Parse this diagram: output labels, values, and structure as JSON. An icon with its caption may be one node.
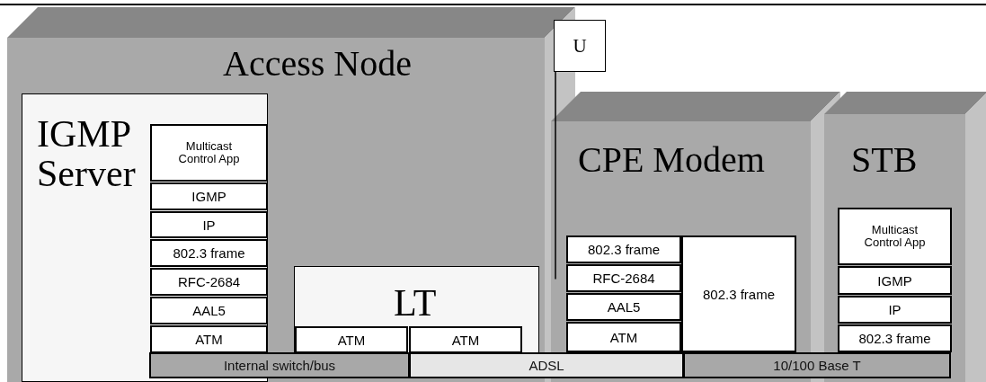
{
  "diagram": {
    "nodes": [
      {
        "text": [
          "Access Node"
        ]
      },
      {
        "text": [
          "IGMP Server"
        ],
        "in": 0
      },
      {
        "text": [
          "Multicast Control App"
        ],
        "in": 1
      },
      {
        "text": [
          "IGMP"
        ],
        "in": 1
      },
      {
        "text": [
          "IP"
        ],
        "in": 1
      },
      {
        "text": [
          "802.3 frame"
        ],
        "in": 1
      },
      {
        "text": [
          "RFC-2684"
        ],
        "in": 1
      },
      {
        "text": [
          "AAL5"
        ],
        "in": 1
      },
      {
        "text": [
          "ATM"
        ],
        "in": 1
      },
      {
        "text": [
          "LT"
        ],
        "in": 0
      },
      {
        "text": [
          "ATM"
        ],
        "in": 9
      },
      {
        "text": [
          "ATM"
        ],
        "in": 9
      },
      {
        "text": [
          "Internal switch/bus"
        ],
        "in": 0
      },
      {
        "text": [
          "ADSL"
        ]
      },
      {
        "text": [
          "U"
        ]
      },
      {
        "text": [
          "CPE Modem"
        ]
      },
      {
        "text": [
          "802.3 frame"
        ],
        "in": 15
      },
      {
        "text": [
          "RFC-2684"
        ],
        "in": 15
      },
      {
        "text": [
          "AAL5"
        ],
        "in": 15
      },
      {
        "text": [
          "ATM"
        ],
        "in": 15
      },
      {
        "text": [
          "802.3 frame"
        ],
        "in": 15
      },
      {
        "text": [
          "STB"
        ]
      },
      {
        "text": [
          "Multicast Control App"
        ],
        "in": 21
      },
      {
        "text": [
          "IGMP"
        ],
        "in": 21
      },
      {
        "text": [
          "IP"
        ],
        "in": 21
      },
      {
        "text": [
          "802.3 frame"
        ],
        "in": 21
      },
      {
        "text": [
          "10/100 Base T"
        ]
      }
    ],
    "edges": [
      {
        "from": 14,
        "to": 0,
        "arrow": "none"
      }
    ]
  }
}
